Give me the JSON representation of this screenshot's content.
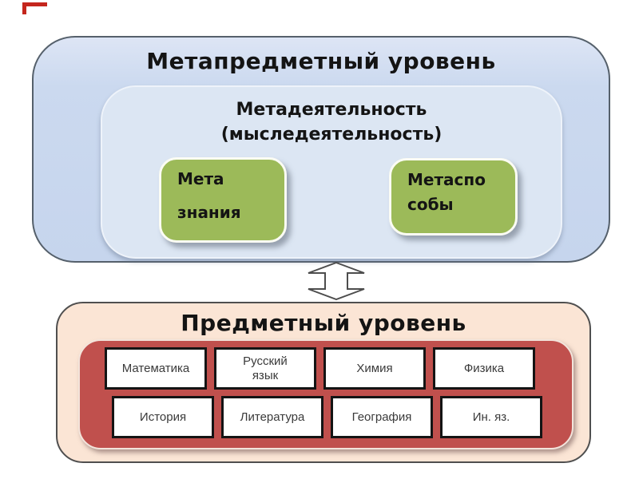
{
  "meta_level": {
    "title": "Метапредметный уровень",
    "activity": {
      "line1": "Метадеятельность",
      "line2": "(мыследеятельность)",
      "boxes": [
        {
          "line1": "Мета",
          "line2": "знания"
        },
        {
          "line1": "Метаспо",
          "line2": "собы"
        }
      ]
    }
  },
  "subject_level": {
    "title": "Предметный уровень",
    "rows": [
      [
        "Математика",
        "Русский\nязык",
        "Химия",
        "Физика"
      ],
      [
        "История",
        "Литература",
        "География",
        "Ин. яз."
      ]
    ]
  },
  "icons": {
    "link_arrow": "double-vertical-arrow"
  },
  "colors": {
    "meta_outer_fill": "#c6d5ed",
    "meta_inner_fill": "#dce6f3",
    "green_fill": "#9cba59",
    "subject_outer_fill": "#fbe5d5",
    "subject_red_fill": "#c0504d",
    "cell_fill": "#ffffff",
    "cell_border": "#141414",
    "corner_mark": "#c4261d",
    "title_text": "#141414"
  }
}
